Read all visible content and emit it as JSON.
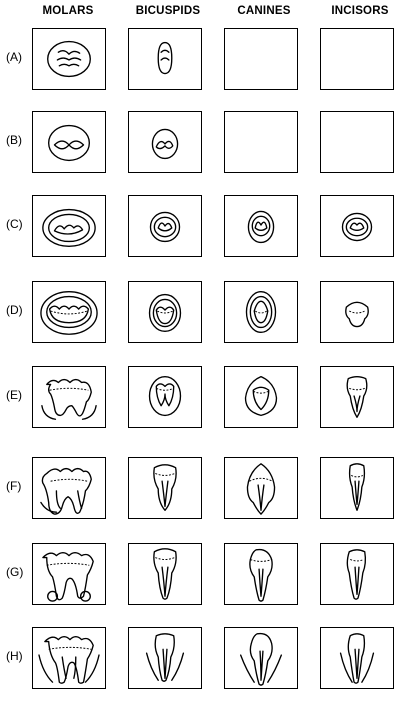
{
  "columns": [
    "MOLARS",
    "BICUSPIDS",
    "CANINES",
    "INCISORS"
  ],
  "rows": [
    "(A)",
    "(B)",
    "(C)",
    "(D)",
    "(E)",
    "(F)",
    "(G)",
    "(H)"
  ]
}
